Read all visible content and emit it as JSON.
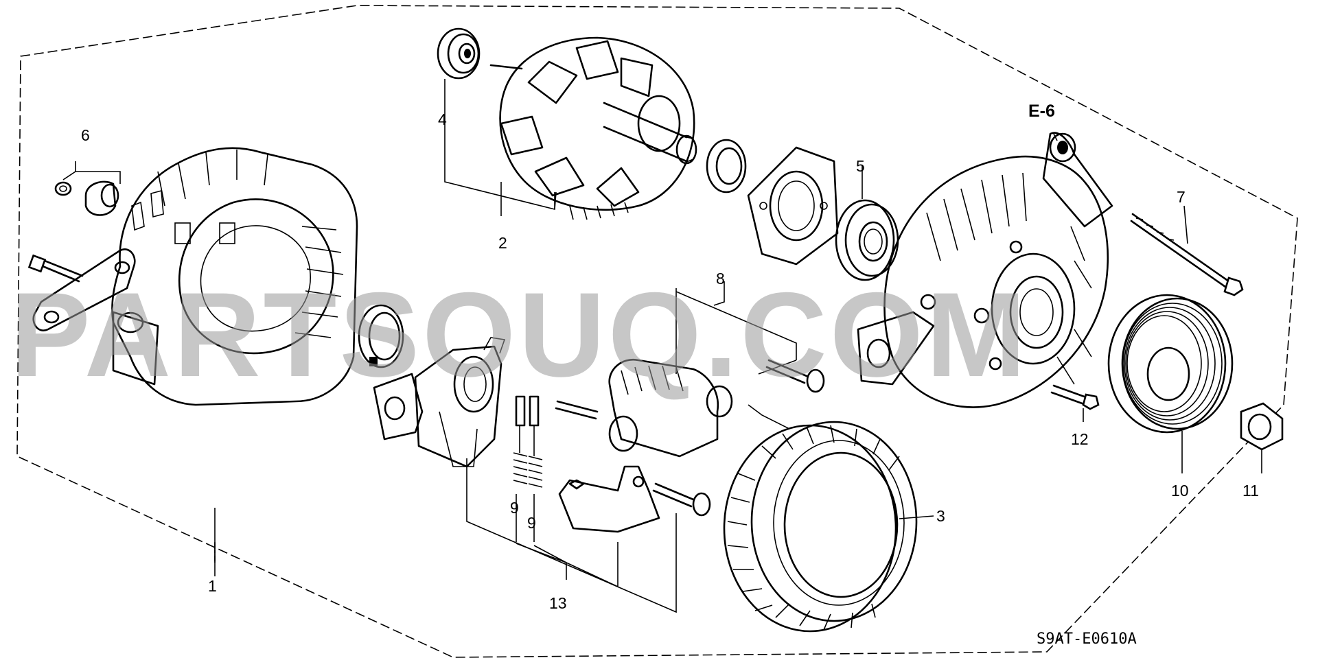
{
  "diagram": {
    "reference_label": "E-6",
    "drawing_code": "S9AT-E0610A",
    "watermark": "PARTSOUQ.COM",
    "callouts": [
      {
        "id": "1",
        "label": "1"
      },
      {
        "id": "2",
        "label": "2"
      },
      {
        "id": "3",
        "label": "3"
      },
      {
        "id": "4",
        "label": "4"
      },
      {
        "id": "5",
        "label": "5"
      },
      {
        "id": "6",
        "label": "6"
      },
      {
        "id": "7",
        "label": "7"
      },
      {
        "id": "8",
        "label": "8"
      },
      {
        "id": "9a",
        "label": "9"
      },
      {
        "id": "9b",
        "label": "9"
      },
      {
        "id": "10",
        "label": "10"
      },
      {
        "id": "11",
        "label": "11"
      },
      {
        "id": "12",
        "label": "12"
      },
      {
        "id": "13",
        "label": "13"
      }
    ]
  }
}
